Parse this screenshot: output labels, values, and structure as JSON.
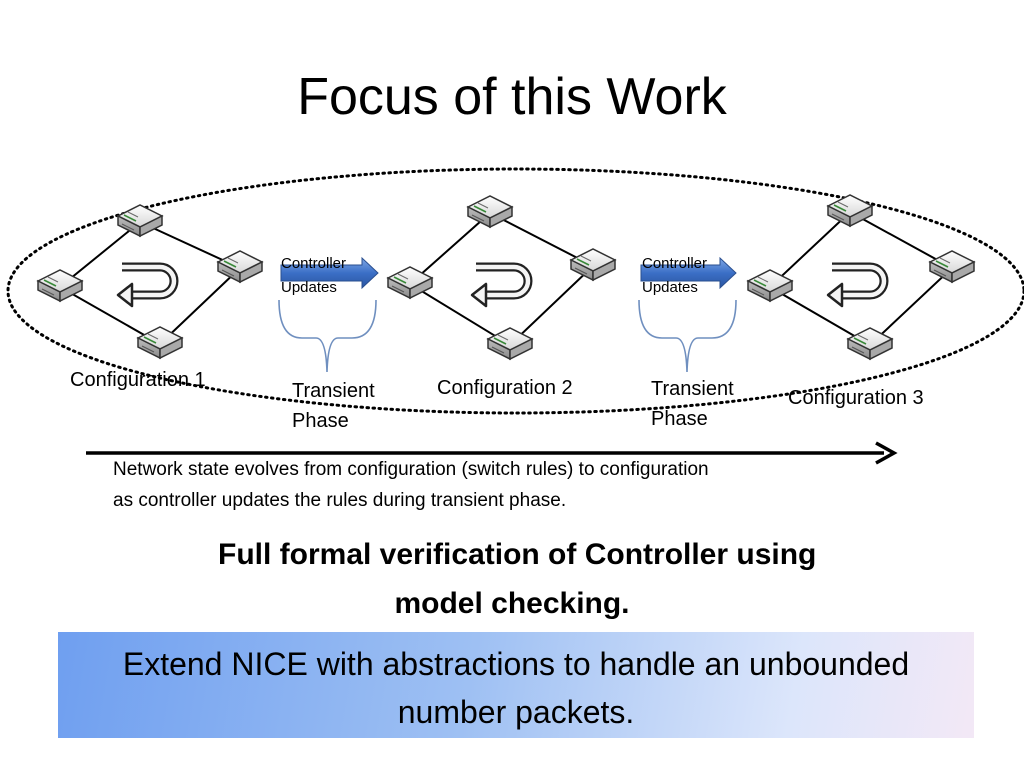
{
  "slide": {
    "title": "Focus of this Work",
    "configurations": [
      {
        "label": "Configuration 1"
      },
      {
        "label": "Configuration 2"
      },
      {
        "label": "Configuration 3"
      }
    ],
    "controller_updates": [
      {
        "line1": "Controller",
        "line2": "Updates"
      },
      {
        "line1": "Controller",
        "line2": "Updates"
      }
    ],
    "transient_phases": [
      {
        "line1": "Transient",
        "line2": "Phase"
      },
      {
        "line1": "Transient",
        "line2": "Phase"
      }
    ],
    "timeline_caption": {
      "line1": "Network state evolves from configuration (switch rules) to configuration",
      "line2": "as controller updates the rules during transient phase."
    },
    "emphasis": {
      "line1": "Full formal verification of Controller using",
      "line2": "model checking."
    },
    "banner": {
      "line1": "Extend NICE with abstractions to handle an unbounded",
      "line2": "number packets."
    }
  }
}
